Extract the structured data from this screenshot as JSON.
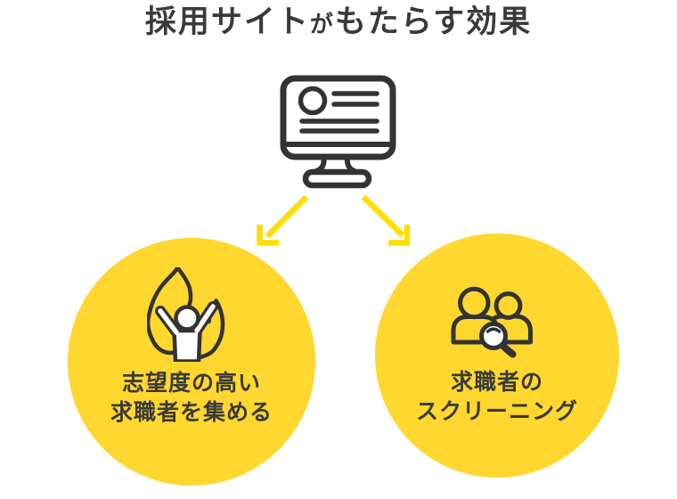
{
  "title": {
    "part1": "採用サイト",
    "part2": "が",
    "part3": "もたらす効果"
  },
  "icons": {
    "source": "monitor-icon",
    "left_arrow": "arrow-down-left-icon",
    "right_arrow": "arrow-down-right-icon",
    "attract": "flame-person-icon",
    "screening": "people-magnifier-icon"
  },
  "effects": [
    {
      "id": "attract",
      "line1": "志望度の高い",
      "line2": "求職者を集める"
    },
    {
      "id": "screening",
      "line1": "求職者の",
      "line2": "スクリーニング"
    }
  ],
  "colors": {
    "accent_yellow": "#FFD72F",
    "arrow_yellow": "#FFDE00",
    "ink": "#3A3A3A",
    "icon_ink": "#333333",
    "background": "#FFFFFF"
  }
}
